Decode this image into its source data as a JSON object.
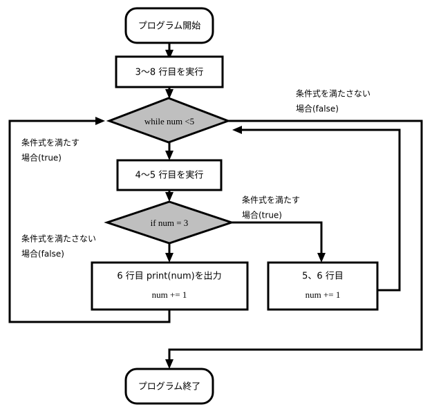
{
  "diagram": {
    "title": "Python while/if flowchart",
    "colors": {
      "decision_fill": "#bfbfbf",
      "process_fill": "#ffffff",
      "stroke": "#000000",
      "background": "#ffffff"
    },
    "nodes": {
      "start": {
        "label": "プログラム開始",
        "shape": "terminator"
      },
      "process_3_8": {
        "label": "3〜8 行目を実行",
        "shape": "process"
      },
      "while_decision": {
        "label": "while num <5",
        "shape": "decision"
      },
      "process_4_5": {
        "label": "4〜5 行目を実行",
        "shape": "process"
      },
      "if_decision": {
        "label": "if num = 3",
        "shape": "decision"
      },
      "print_box": {
        "line1": "6 行目  print(num)を出力",
        "line2": "num += 1",
        "shape": "process"
      },
      "increment_box": {
        "line1": "5、6 行目",
        "line2": "num += 1",
        "shape": "process"
      },
      "end": {
        "label": "プログラム終了",
        "shape": "terminator"
      }
    },
    "edge_labels": {
      "while_false": {
        "line1": "条件式を満たさない",
        "line2": "場合(false)"
      },
      "while_true": {
        "line1": "条件式を満たす",
        "line2": "場合(true)"
      },
      "if_true": {
        "line1": "条件式を満たす",
        "line2": "場合(true)"
      },
      "if_false": {
        "line1": "条件式を満たさない",
        "line2": "場合(false)"
      }
    }
  }
}
